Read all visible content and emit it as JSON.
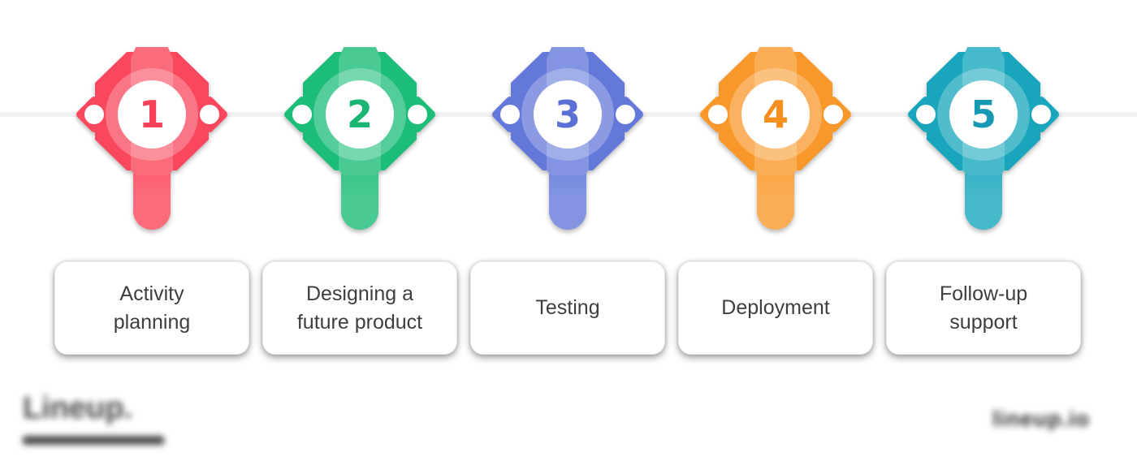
{
  "timeline": {
    "line_color": "#f0f0f0",
    "steps": [
      {
        "number": "1",
        "label": "Activity\nplanning",
        "colors": {
          "base": "#f9485e",
          "light": "#fa6b7b",
          "number": "#f8405a"
        }
      },
      {
        "number": "2",
        "label": "Designing a\nfuture product",
        "colors": {
          "base": "#1cbc79",
          "light": "#4aca93",
          "number": "#19b572"
        }
      },
      {
        "number": "3",
        "label": "Testing",
        "colors": {
          "base": "#6478d9",
          "light": "#8294e2",
          "number": "#5b70d5"
        }
      },
      {
        "number": "4",
        "label": "Deployment",
        "colors": {
          "base": "#f8982b",
          "light": "#faad55",
          "number": "#f78f1e"
        }
      },
      {
        "number": "5",
        "label": "Follow-up\nsupport",
        "colors": {
          "base": "#19a6bc",
          "light": "#46b9ca",
          "number": "#1699b2"
        }
      }
    ],
    "label_text_color": "#3e3e3e"
  },
  "watermarks": {
    "bottom_left": {
      "text": "Lineup."
    },
    "bottom_right": {
      "text": "lineup.io"
    }
  }
}
